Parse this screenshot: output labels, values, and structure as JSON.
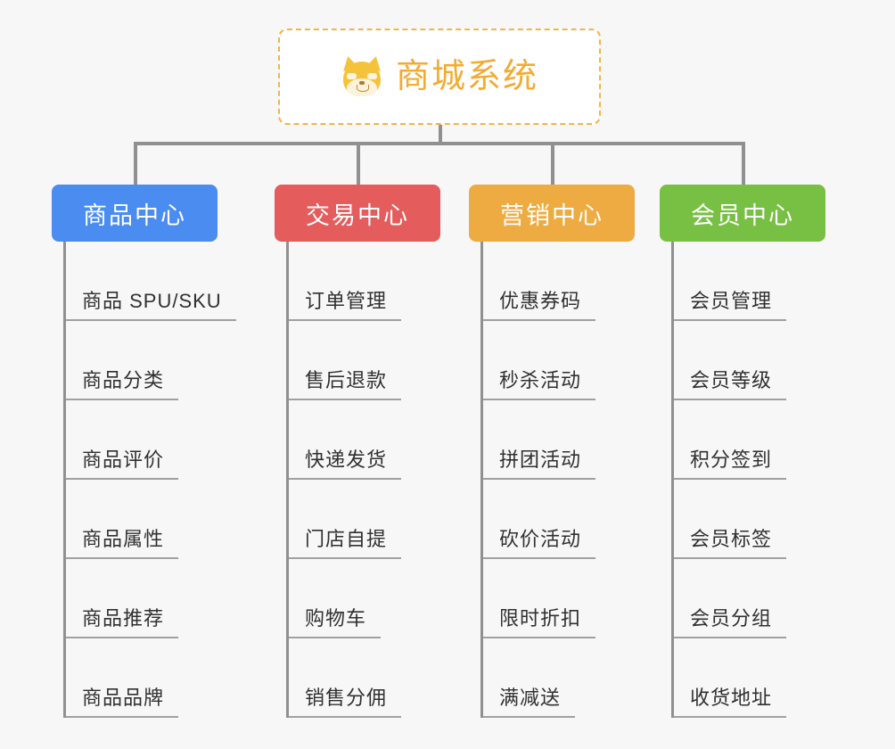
{
  "diagram": {
    "type": "mind-map",
    "title": "商城系统",
    "root": {
      "label": "商城系统",
      "icon": "shiba-inu-icon",
      "border_color": "#f2b544",
      "text_color": "#f2ab33"
    },
    "branches": [
      {
        "label": "商品中心",
        "color": "#4a8cf0",
        "items": [
          "商品 SPU/SKU",
          "商品分类",
          "商品评价",
          "商品属性",
          "商品推荐",
          "商品品牌"
        ]
      },
      {
        "label": "交易中心",
        "color": "#e45c5c",
        "items": [
          "订单管理",
          "售后退款",
          "快递发货",
          "门店自提",
          "购物车",
          "销售分佣"
        ]
      },
      {
        "label": "营销中心",
        "color": "#eeab41",
        "items": [
          "优惠券码",
          "秒杀活动",
          "拼团活动",
          "砍价活动",
          "限时折扣",
          "满减送"
        ]
      },
      {
        "label": "会员中心",
        "color": "#78c043",
        "items": [
          "会员管理",
          "会员等级",
          "积分签到",
          "会员标签",
          "会员分组",
          "收货地址"
        ]
      }
    ]
  }
}
